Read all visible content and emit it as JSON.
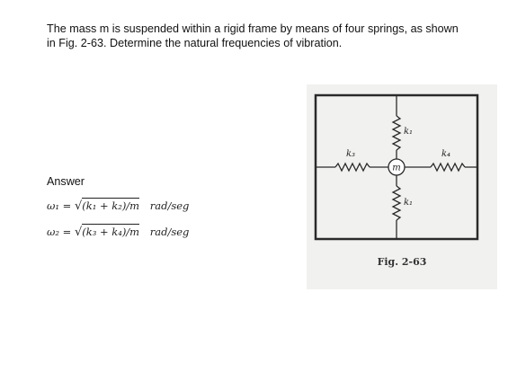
{
  "problem": {
    "line1": "The mass m is suspended within a rigid frame by means of four springs, as shown",
    "line2": "in Fig. 2-63. Determine the natural frequencies of vibration."
  },
  "answer": {
    "heading": "Answer",
    "formulas": [
      {
        "lhs": "ω₁ =",
        "radicand": "(k₁ + k₂)/m",
        "unit": "rad/seg"
      },
      {
        "lhs": "ω₂ =",
        "radicand": "(k₃ + k₄)/m",
        "unit": "rad/seg"
      }
    ]
  },
  "figure": {
    "caption": "Fig. 2-63",
    "mass_label": "m",
    "spring_labels": {
      "top": "k₁",
      "bottom": "k₁",
      "left": "k₃",
      "right": "k₄"
    }
  }
}
